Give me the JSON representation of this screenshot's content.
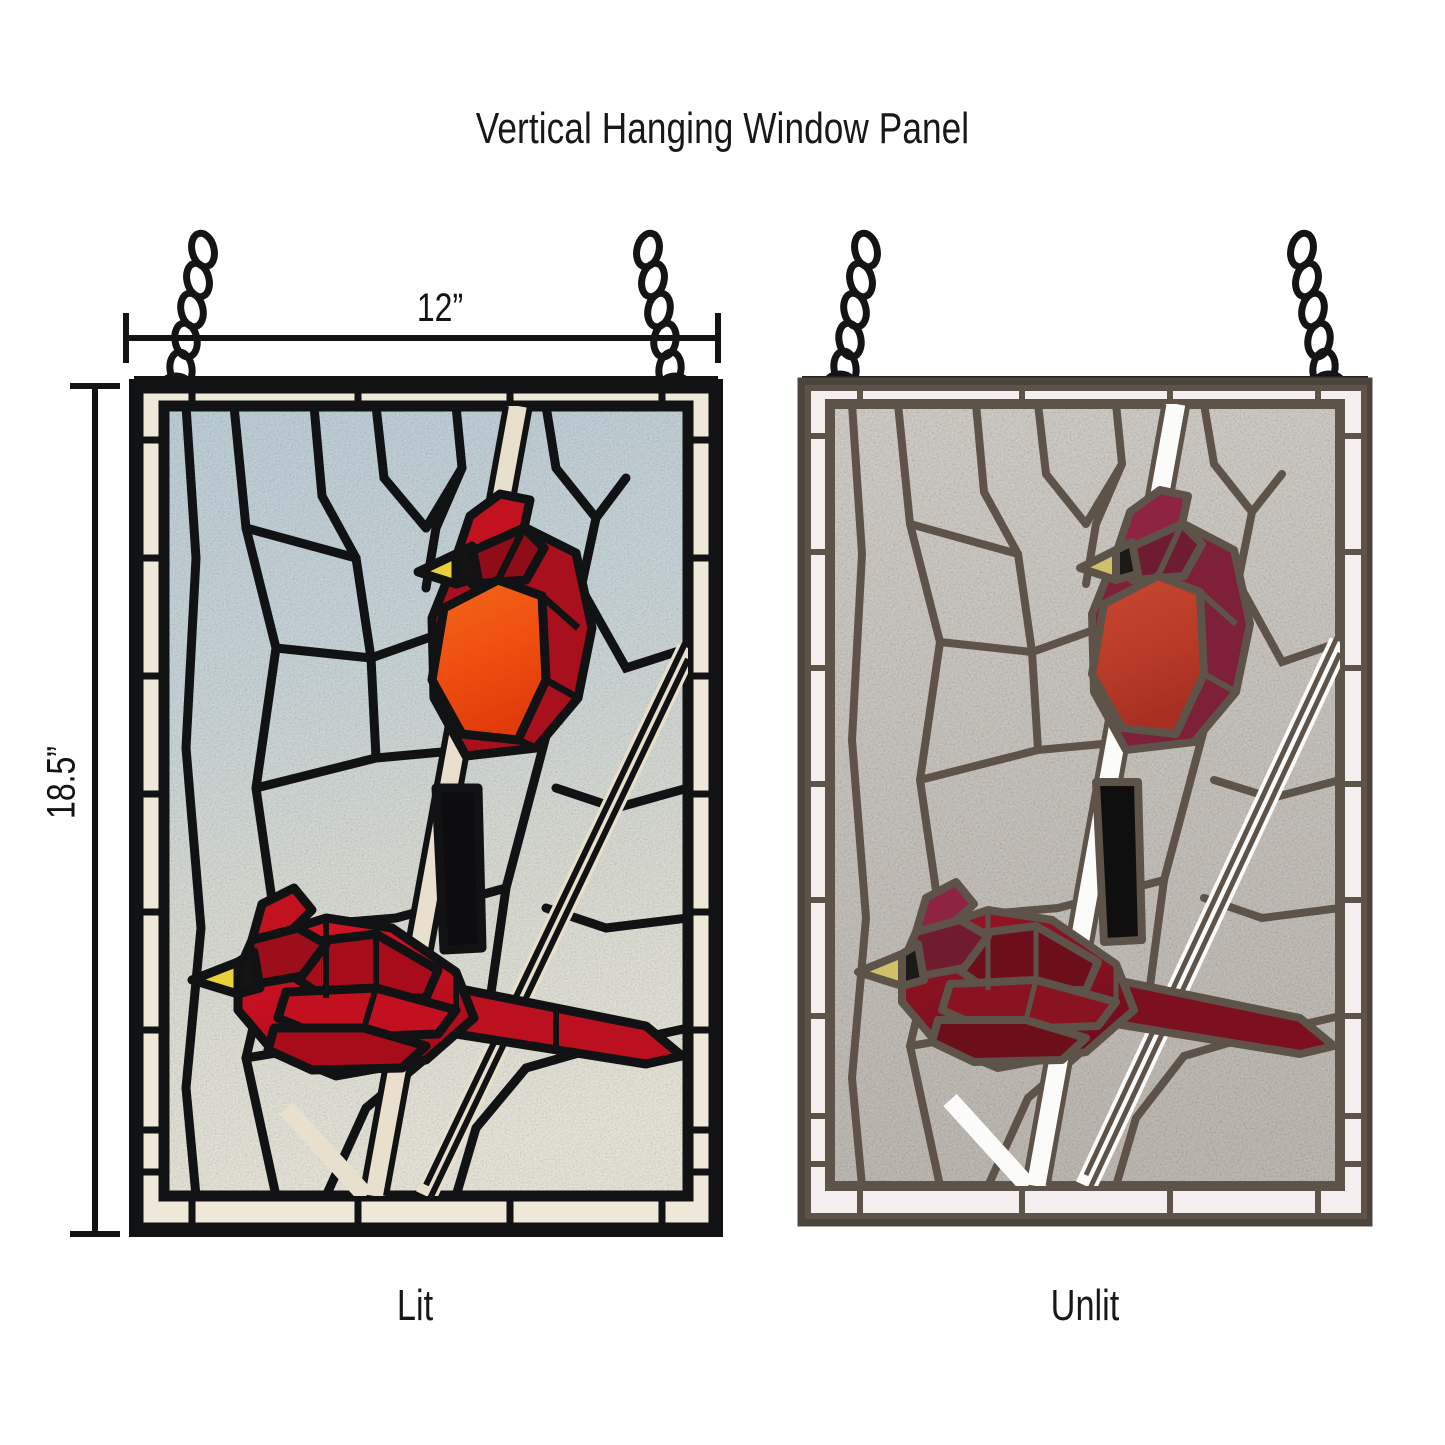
{
  "title": "Vertical Hanging Window Panel",
  "dimensions": {
    "width_label": "12”",
    "height_label": "18.5”",
    "width_value": 12,
    "height_value": 18.5,
    "unit": "inches"
  },
  "panels": [
    {
      "id": "lit",
      "caption": "Lit",
      "state": "backlit",
      "subject": "two northern cardinals on winter branches",
      "bird_count": 2,
      "colors": {
        "lead": "#111214",
        "border_tile": "#efe7d8",
        "glass_top": "#c7d6dc",
        "glass_bottom": "#e9e8dc",
        "branch": "#e8dfcc",
        "cardinal_upper_head": "#b6131f",
        "cardinal_upper_breast": "#f0560f",
        "cardinal_upper_wing": "#9e0f1c",
        "cardinal_upper_tail": "#0d0d0f",
        "cardinal_lower_body": "#cc1122",
        "cardinal_lower_wing": "#aa0d1c",
        "beak": "#e8d23c",
        "frame": "#111214"
      }
    },
    {
      "id": "unlit",
      "caption": "Unlit",
      "state": "ambient",
      "subject": "two northern cardinals on winter branches",
      "bird_count": 2,
      "colors": {
        "lead": "#5d5349",
        "border_tile": "#f4eeee",
        "glass_top": "#d3cfc8",
        "glass_bottom": "#c9c5bd",
        "branch": "#fbfbfa",
        "cardinal_upper_head": "#8e2442",
        "cardinal_upper_breast": "#c2412f",
        "cardinal_upper_wing": "#7d2038",
        "cardinal_upper_tail": "#100f10",
        "cardinal_lower_body": "#8d1424",
        "cardinal_lower_wing": "#79101f",
        "beak": "#cfc06a",
        "frame": "#4d443c"
      }
    }
  ],
  "hardware": {
    "chain_color": "#141417",
    "chain_link_count": 6,
    "ring_label": "jump-ring"
  },
  "background": "#ffffff"
}
